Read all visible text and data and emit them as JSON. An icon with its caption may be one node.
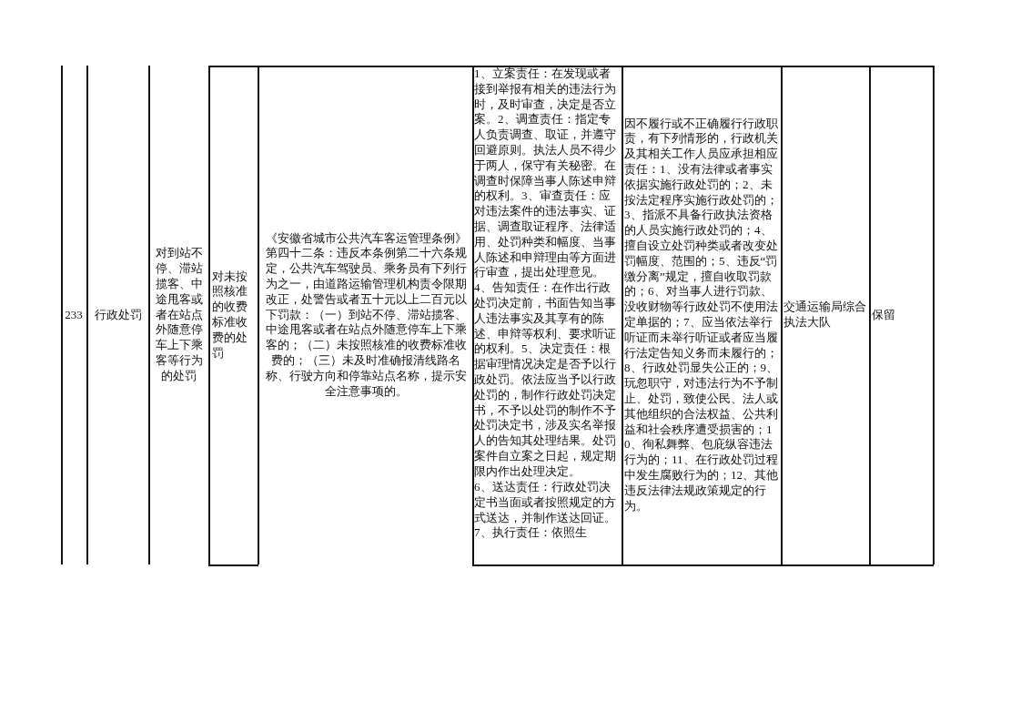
{
  "diagram": {
    "labels": [
      "233",
      "行政处罚",
      "对到站不停、滞站揽客、中途甩客或者在站点外随意停车上下乘客等行为的处罚",
      "对未按照核准的收费标准收费的处罚",
      "《安徽省城市公共汽车客运管理条例》第四十二条：违反本条例第二十六条规定，公共汽车驾驶员、乘务员有下列行为之一，由道路运输管理机构责令限期改正，处警告或者五十元以上二百元以下罚款：（一）到站不停、滞站揽客、中途甩客或者在站点外随意停车上下乘客的；（二）未按照核准的收费标准收费的；（三）未及时准确报清线路名称、行驶方向和停靠站点名称，提示安全注意事项的。",
      "1、立案责任：在发现或者接到举报有相关的违法行为时，及时审查，决定是否立案。2、调查责任：指定专人负责调查、取证，并遵守回避原则。执法人员不得少于两人，保守有关秘密。在调查时保障当事人陈述申辩的权利。3、审查责任：应对违法案件的违法事实、证据、调查取证程序、法律适用、处罚种类和幅度、当事人陈述和申辩理由等方面进行审查，提出处理意见。4、告知责任：在作出行政处罚决定前，书面告知当事人违法事实及其享有的陈述、申辩等权利、要求听证的权利。5、决定责任：根据审理情况决定是否予以行政处罚。依法应当予以行政处罚的，制作行政处罚决定书，不予以处罚的制作不予处罚决定书，涉及实名举报人的告知其处理结果。处罚案件自立案之日起，规定期限内作出处理决定。",
      "6、送达责任：行政处罚决定书当面或者按照规定的方式送达，并制作送达回证。7、执行责任：依照生",
      "因不履行或不正确履行行政职责，有下列情形的，行政机关及其相关工作人员应承担相应责任：1、没有法律或者事实依据实施行政处罚的；2、未按法定程序实施行政处罚的；3、指派不具备行政执法资格的人员实施行政处罚的；4、擅自设立处罚种类或者改变处罚幅度、范围的；5、违反“罚缴分离”规定，擅自收取罚款的；6、对当事人进行罚款、没收财物等行政处罚不使用法定单据的；7、应当依法举行听证而未举行听证或者应当履行法定告知义务而未履行的；8、行政处罚显失公正的；9、玩忽职守，对违法行为不予制止、处罚，致使公民、法人或其他组织的合法权益、公共利益和社会秩序遭受损害的；10、徇私舞弊、包庇纵容违法行为的；11、在行政处罚过程中发生腐败行为的；12、其他违反法律法规政策规定的行为。",
      "交通运输局综合执法大队",
      "保留"
    ]
  }
}
